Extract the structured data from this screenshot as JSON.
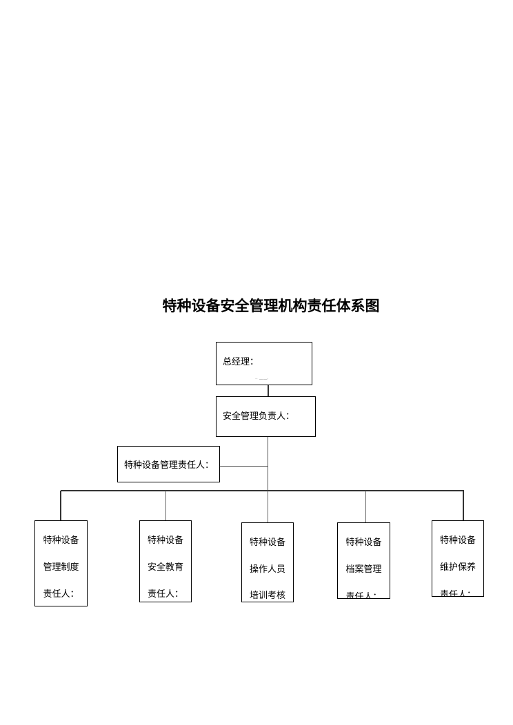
{
  "title": "特种设备安全管理机构责任体系图",
  "general_manager": "总经理：",
  "general_manager_footnote": "·· ——·",
  "safety_manager": "安全管理负责人：",
  "equipment_manager": "特种设备管理责任人：",
  "departments": [
    {
      "lines": [
        "特种设备",
        "管理制度",
        "责任人："
      ]
    },
    {
      "lines": [
        "特种设备",
        "安全教育",
        "责任人："
      ]
    },
    {
      "lines": [
        "特种设备",
        "操作人员",
        "培训考核"
      ]
    },
    {
      "lines": [
        "特种设备",
        "档案管理",
        "责任人："
      ]
    },
    {
      "lines": [
        "特种设备",
        "维护保养",
        "责任人："
      ]
    }
  ]
}
